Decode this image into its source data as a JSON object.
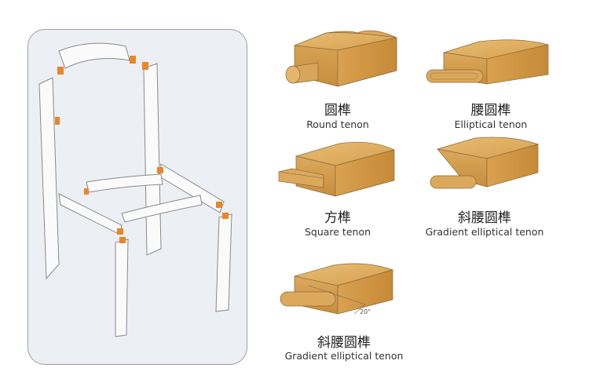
{
  "tenons": [
    {
      "cn": "圆榫",
      "en": "Round tenon"
    },
    {
      "cn": "腰圆榫",
      "en": "Elliptical tenon"
    },
    {
      "cn": "方榫",
      "en": "Square tenon"
    },
    {
      "cn": "斜腰圆榫",
      "en": "Gradient elliptical tenon"
    },
    {
      "cn": "斜腰圆榫",
      "en": "Gradient elliptical tenon",
      "angle_label": "20°"
    }
  ],
  "colors": {
    "wood_light": "#e3b267",
    "wood_dark": "#c98f3e",
    "joint": "#e8862a",
    "panel_bg": "#eceff4"
  }
}
